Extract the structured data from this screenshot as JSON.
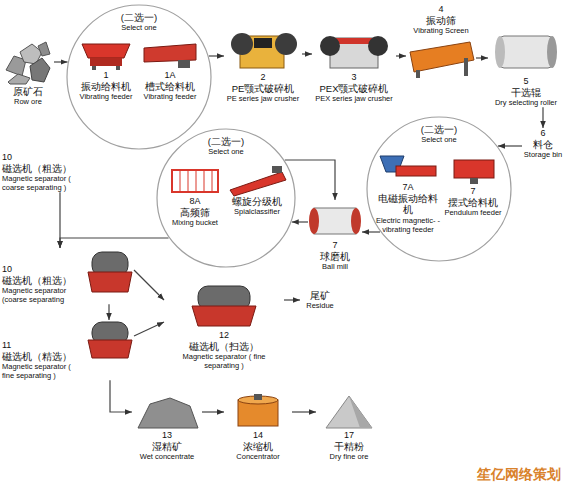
{
  "diagram": {
    "nodes": [
      {
        "text": [
          "原矿石",
          "Row ore"
        ]
      },
      {
        "text": [
          "(二选一)",
          "Select one"
        ]
      },
      {
        "text": [
          "1A",
          "槽式给料机",
          "Vibrating feeder"
        ],
        "in": 1
      },
      {
        "text": [
          "1",
          "振动给料机",
          "Vibrating feeder"
        ],
        "in": 1
      },
      {
        "text": [
          "2",
          "PE颚式破碎机",
          "PE series jaw crusher"
        ]
      },
      {
        "text": [
          "3",
          "PEX颚式破碎机",
          "PEX series jaw crusher"
        ]
      },
      {
        "text": [
          "4",
          "振动筛",
          "Vibrating Screen"
        ]
      },
      {
        "text": [
          "5",
          "干选辊",
          "Dry selecting roller"
        ]
      },
      {
        "text": [
          "6",
          "料仓",
          "Storage bin"
        ]
      },
      {
        "text": [
          "(二选一)",
          "Select one"
        ]
      },
      {
        "text": [
          "7A",
          "电磁振动给料机",
          "Electric magnetic- -vibrating feeder"
        ],
        "in": 9
      },
      {
        "text": [
          "7",
          "摆式给料机",
          "Pendulum feeder"
        ],
        "in": 9
      },
      {
        "text": [
          "7",
          "球磨机",
          "Ball mill"
        ]
      },
      {
        "text": [
          "10",
          "磁选机（粗选）",
          "Magnetic separator ( coarse separating )"
        ]
      },
      {
        "text": [
          "(二选一)",
          "Select one"
        ]
      },
      {
        "text": [
          "8A",
          "高频筛",
          "Mixing bucket"
        ],
        "in": 14
      },
      {
        "text": [
          "螺旋分级机",
          "Spialclassifier"
        ],
        "in": 14
      },
      {
        "text": [
          "10",
          "磁选机（粗选）",
          "Magnetic separator (coarse separating"
        ]
      },
      {
        "text": [
          "11",
          "磁选机（精选）",
          "Magnetic separator ( fine separating )"
        ]
      },
      {
        "text": [
          "12",
          "磁选机（扫选）",
          "Magnetic separator ( fine separating )"
        ]
      },
      {
        "text": [
          "尾矿",
          "Residue"
        ]
      },
      {
        "text": [
          "13",
          "湿精矿",
          "Wet concentrate"
        ]
      },
      {
        "text": [
          "14",
          "浓缩机",
          "Concentrator"
        ]
      },
      {
        "text": [
          "17",
          "干精粉",
          "Dry fine ore"
        ]
      }
    ],
    "edges": [
      {
        "from": 0,
        "to": 1,
        "arrow": "to"
      },
      {
        "from": 1,
        "to": 4,
        "arrow": "to"
      },
      {
        "from": 4,
        "to": 5,
        "arrow": "to"
      },
      {
        "from": 5,
        "to": 6,
        "arrow": "to"
      },
      {
        "from": 6,
        "to": 7,
        "arrow": "to"
      },
      {
        "from": 7,
        "to": 8,
        "arrow": "to"
      },
      {
        "from": 8,
        "to": 9,
        "arrow": "to"
      },
      {
        "from": 9,
        "to": 12,
        "arrow": "to"
      },
      {
        "from": 12,
        "to": 14,
        "arrow": "to"
      },
      {
        "from": 14,
        "to": 12,
        "arrow": "to"
      },
      {
        "from": 13,
        "to": 17,
        "arrow": "to"
      },
      {
        "from": 14,
        "to": 17,
        "arrow": "to"
      },
      {
        "from": 17,
        "to": 18,
        "arrow": "to"
      },
      {
        "from": 17,
        "to": 19,
        "arrow": "to"
      },
      {
        "from": 18,
        "to": 19,
        "arrow": "to"
      },
      {
        "from": 19,
        "to": 20,
        "arrow": "to"
      },
      {
        "from": 18,
        "to": 21,
        "arrow": "to"
      },
      {
        "from": 21,
        "to": 22,
        "arrow": "to"
      },
      {
        "from": 22,
        "to": 23,
        "arrow": "to"
      }
    ],
    "labels": [
      "笙亿网络策划"
    ]
  }
}
